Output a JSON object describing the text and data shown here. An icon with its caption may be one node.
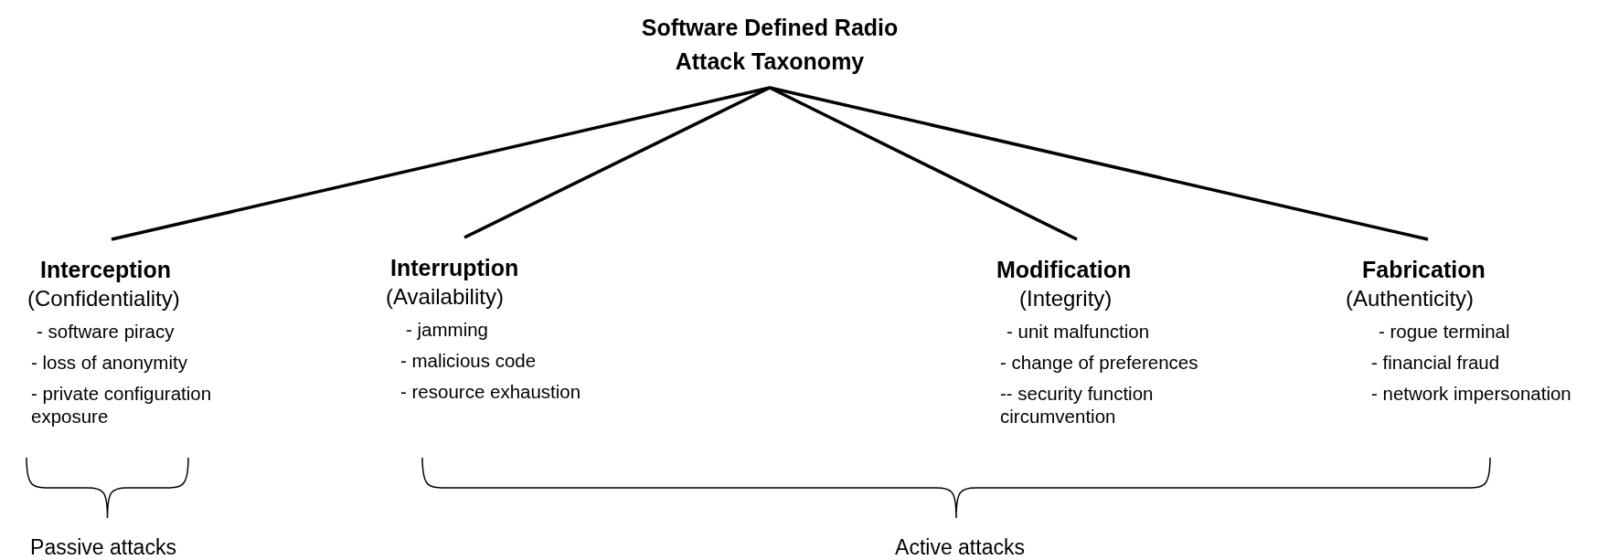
{
  "diagram": {
    "nodes": [
      {
        "text": [
          "Software Defined Radio Attack Taxonomy"
        ]
      },
      {
        "text": [
          "Interception",
          "(Confidentiality)",
          "- software piracy",
          "- loss of anonymity",
          "- private configuration exposure"
        ]
      },
      {
        "text": [
          "Interruption",
          "(Availability)",
          "- jamming",
          "- malicious code",
          "- resource exhaustion"
        ]
      },
      {
        "text": [
          "Modification",
          "(Integrity)",
          "- unit malfunction",
          "- change of preferences",
          "-- security function circumvention"
        ]
      },
      {
        "text": [
          "Fabrication",
          "(Authenticity)",
          "- rogue terminal",
          "- financial fraud",
          "- network impersonation"
        ]
      }
    ],
    "edges": [
      {
        "from": 0,
        "to": 1,
        "arrow": "none"
      },
      {
        "from": 0,
        "to": 2,
        "arrow": "none"
      },
      {
        "from": 0,
        "to": 3,
        "arrow": "none"
      },
      {
        "from": 0,
        "to": 4,
        "arrow": "none"
      }
    ],
    "labels": [
      "Passive attacks",
      "Active attacks"
    ]
  }
}
